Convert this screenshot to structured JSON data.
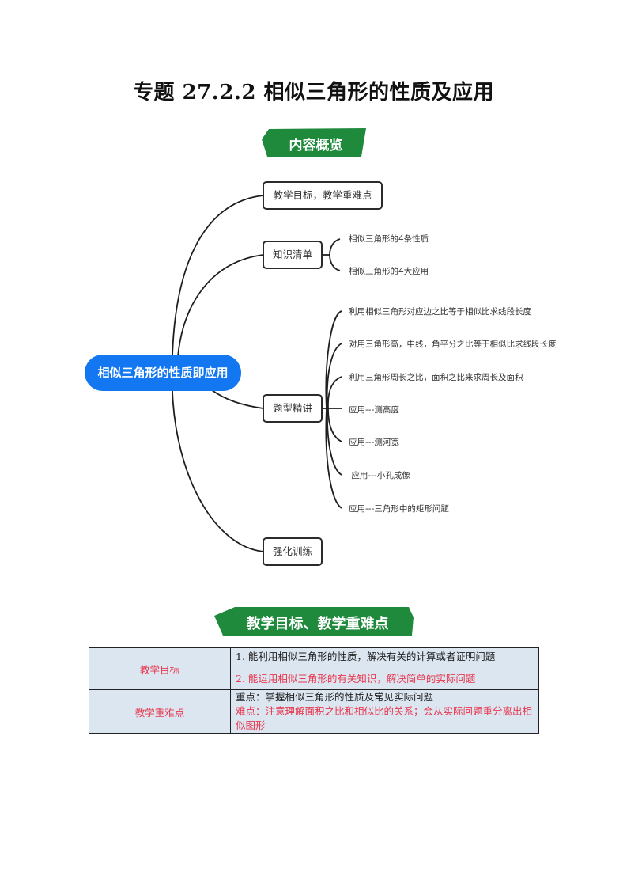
{
  "document": {
    "title": "专题 27.2.2 相似三角形的性质及应用"
  },
  "banners": {
    "overview": "内容概览",
    "goals": "教学目标、教学重难点"
  },
  "colors": {
    "banner_green": "#1f8a3c",
    "central_blue": "#1277f0",
    "table_bg": "#dce6f1",
    "emphasis_red": "#e8384f"
  },
  "mindmap": {
    "central": "相似三角形的性质即应用",
    "branches": [
      {
        "label": "教学目标，教学重难点",
        "children": []
      },
      {
        "label": "知识清单",
        "children": [
          "相似三角形的4条性质",
          "相似三角形的4大应用"
        ]
      },
      {
        "label": "题型精讲",
        "children": [
          "利用相似三角形对应边之比等于相似比求线段长度",
          "对用三角形高，中线，角平分之比等于相似比求线段长度",
          "利用三角形周长之比，面积之比来求周长及面积",
          "应用---测高度",
          "应用---测河宽",
          " 应用---小孔成像",
          "应用---三角形中的矩形问题"
        ]
      },
      {
        "label": "强化训练",
        "children": []
      }
    ]
  },
  "goals_table": {
    "rows": [
      {
        "label": "教学目标",
        "items": [
          {
            "text": "1.  能利用相似三角形的性质，解决有关的计算或者证明问题",
            "style": "normal"
          },
          {
            "text": "2.  能运用相似三角形的有关知识，解决简单的实际问题",
            "style": "emphasis"
          }
        ]
      },
      {
        "label": "教学重难点",
        "items": [
          {
            "text": "重点：掌握相似三角形的性质及常见实际问题",
            "style": "normal"
          },
          {
            "text": "难点：注意理解面积之比和相似比的关系；会从实际问题重分离出相似图形",
            "style": "emphasis"
          }
        ]
      }
    ]
  }
}
